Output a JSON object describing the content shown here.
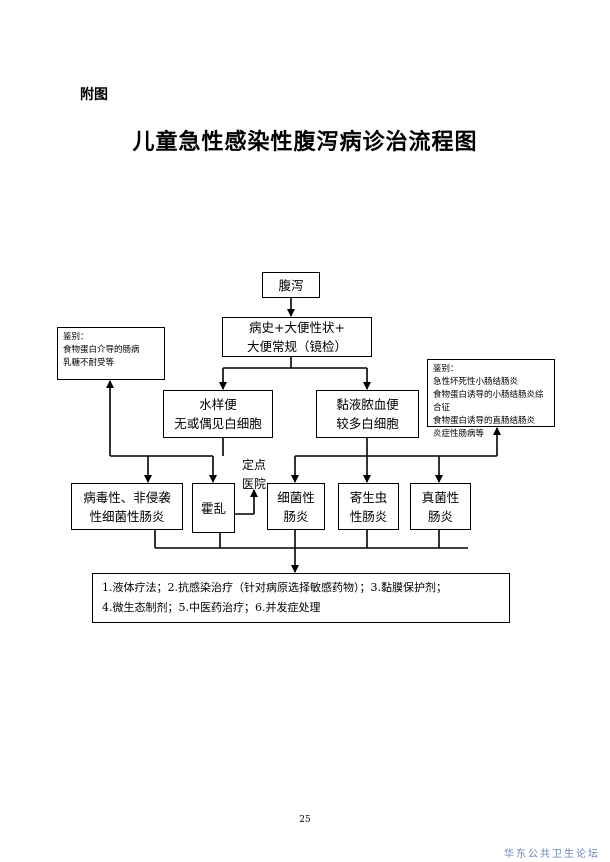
{
  "header": {
    "appendix": "附图"
  },
  "title": "儿童急性感染性腹泻病诊治流程图",
  "nodes": {
    "diarrhea": "腹泻",
    "history": {
      "line1": "病史+大便性状+",
      "line2": "大便常规（镜检）"
    },
    "watery": {
      "line1": "水样便",
      "line2": "无或偶见白细胞"
    },
    "mucus": {
      "line1": "黏液脓血便",
      "line2": "较多白细胞"
    },
    "viral": {
      "line1": "病毒性、非侵袭",
      "line2": "性细菌性肠炎"
    },
    "cholera": "霍乱",
    "designated": {
      "line1": "定点",
      "line2": "医院"
    },
    "bacterial": {
      "line1": "细菌性",
      "line2": "肠炎"
    },
    "parasitic": {
      "line1": "寄生虫",
      "line2": "性肠炎"
    },
    "fungal": {
      "line1": "真菌性",
      "line2": "肠炎"
    },
    "treatment": {
      "line1": "1.液体疗法；2.抗感染治疗（针对病原选择敏感药物）；3.黏膜保护剂；",
      "line2": "4.微生态制剂；5.中医药治疗；6.并发症处理"
    },
    "diff_left": {
      "label": "鉴别：",
      "line1": "食物蛋白介导的肠病",
      "line2": "乳糖不耐受等"
    },
    "diff_right": {
      "label": "鉴别：",
      "line1": "急性坏死性小肠结肠炎",
      "line2": "食物蛋白诱导的小肠结肠炎综合征",
      "line3": "食物蛋白诱导的直肠结肠炎",
      "line4": "炎症性肠病等"
    }
  },
  "footer": {
    "page_number": "25",
    "watermark": "华东公共卫生论坛"
  }
}
